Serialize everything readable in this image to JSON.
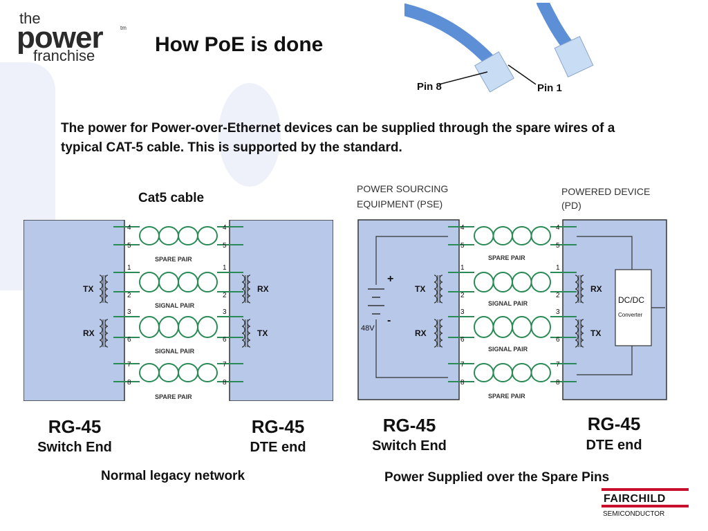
{
  "logo": {
    "the": "the",
    "power": "power",
    "tm": "tm",
    "franchise": "franchise"
  },
  "title": "How PoE is done",
  "body_text": "The power for Power-over-Ethernet devices can be supplied through the spare wires of a typical CAT-5 cable. This is supported by the standard.",
  "cable_photo": {
    "pin8": "Pin 8",
    "pin1": "Pin 1"
  },
  "left_diagram": {
    "cable_label": "Cat5 cable",
    "pins": [
      "4",
      "5",
      "1",
      "2",
      "3",
      "6",
      "7",
      "8"
    ],
    "pairs": [
      "SPARE PAIR",
      "SIGNAL PAIR",
      "SIGNAL PAIR",
      "SPARE PAIR"
    ],
    "left_ports": [
      "TX",
      "RX"
    ],
    "right_ports": [
      "RX",
      "TX"
    ],
    "switch_label": "RG-45",
    "switch_sub": "Switch End",
    "dte_label": "RG-45",
    "dte_sub": "DTE end",
    "caption": "Normal legacy network"
  },
  "right_diagram": {
    "pse_label_1": "POWER SOURCING",
    "pse_label_2": "EQUIPMENT (PSE)",
    "pd_label_1": "POWERED DEVICE",
    "pd_label_2": "(PD)",
    "pins": [
      "4",
      "5",
      "1",
      "2",
      "3",
      "6",
      "7",
      "8"
    ],
    "pairs": [
      "SPARE PAIR",
      "SIGNAL PAIR",
      "SIGNAL PAIR",
      "SPARE PAIR"
    ],
    "left_ports": [
      "TX",
      "RX"
    ],
    "right_ports": [
      "RX",
      "TX"
    ],
    "voltage": "48V",
    "plus": "+",
    "minus": "-",
    "dcdc": "DC/DC",
    "converter": "Converter",
    "switch_label": "RG-45",
    "switch_sub": "Switch End",
    "dte_label": "RG-45",
    "dte_sub": "DTE end",
    "caption": "Power Supplied over the Spare Pins"
  },
  "fairchild": {
    "name": "FAIRCHILD",
    "sub": "SEMICONDUCTOR"
  },
  "colors": {
    "panel": "#b8c8e8",
    "wire": "#2a8a55",
    "text": "#111111",
    "brand_red": "#c8102e"
  }
}
